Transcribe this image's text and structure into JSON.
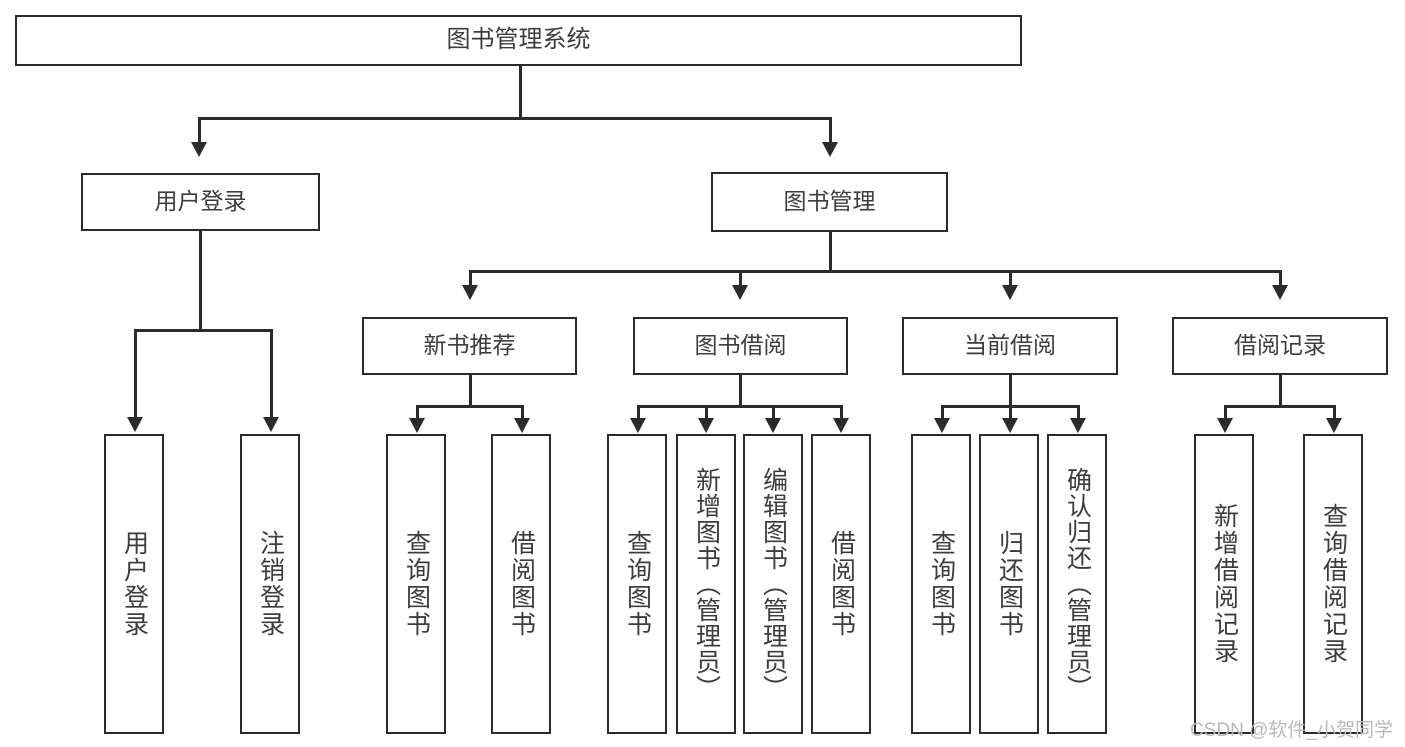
{
  "diagram": {
    "title": "图书管理系统",
    "root": {
      "id": "root",
      "label": "图书管理系统"
    },
    "level2": [
      {
        "id": "user-login",
        "label": "用户登录"
      },
      {
        "id": "book-management",
        "label": "图书管理"
      }
    ],
    "level3": [
      {
        "id": "new-book-recommend",
        "label": "新书推荐"
      },
      {
        "id": "book-borrow",
        "label": "图书借阅"
      },
      {
        "id": "current-borrow",
        "label": "当前借阅"
      },
      {
        "id": "borrow-record",
        "label": "借阅记录"
      }
    ],
    "leaves": [
      {
        "id": "leaf-user-login",
        "label": "用户登录",
        "parent": "用户登录"
      },
      {
        "id": "leaf-logout",
        "label": "注销登录",
        "parent": "用户登录"
      },
      {
        "id": "leaf-query-book-1",
        "label": "查询图书",
        "parent": "新书推荐"
      },
      {
        "id": "leaf-borrow-book-1",
        "label": "借阅图书",
        "parent": "新书推荐"
      },
      {
        "id": "leaf-query-book-2",
        "label": "查询图书",
        "parent": "图书借阅"
      },
      {
        "id": "leaf-add-book-admin",
        "label": "新增图书（管理员）",
        "parent": "图书借阅"
      },
      {
        "id": "leaf-edit-book-admin",
        "label": "编辑图书（管理员）",
        "parent": "图书借阅"
      },
      {
        "id": "leaf-borrow-book-2",
        "label": "借阅图书",
        "parent": "图书借阅"
      },
      {
        "id": "leaf-query-book-3",
        "label": "查询图书",
        "parent": "当前借阅"
      },
      {
        "id": "leaf-return-book",
        "label": "归还图书",
        "parent": "当前借阅"
      },
      {
        "id": "leaf-confirm-return-admin",
        "label": "确认归还（管理员）",
        "parent": "当前借阅"
      },
      {
        "id": "leaf-add-borrow-record",
        "label": "新增借阅记录",
        "parent": "借阅记录"
      },
      {
        "id": "leaf-query-borrow-record",
        "label": "查询借阅记录",
        "parent": "借阅记录"
      }
    ]
  },
  "watermark": {
    "text": "CSDN @软件_小贺同学"
  },
  "colors": {
    "stroke": "#2b2b2b",
    "text": "#3d3d3d",
    "background": "#ffffff",
    "watermark": "#b9b9b9"
  }
}
